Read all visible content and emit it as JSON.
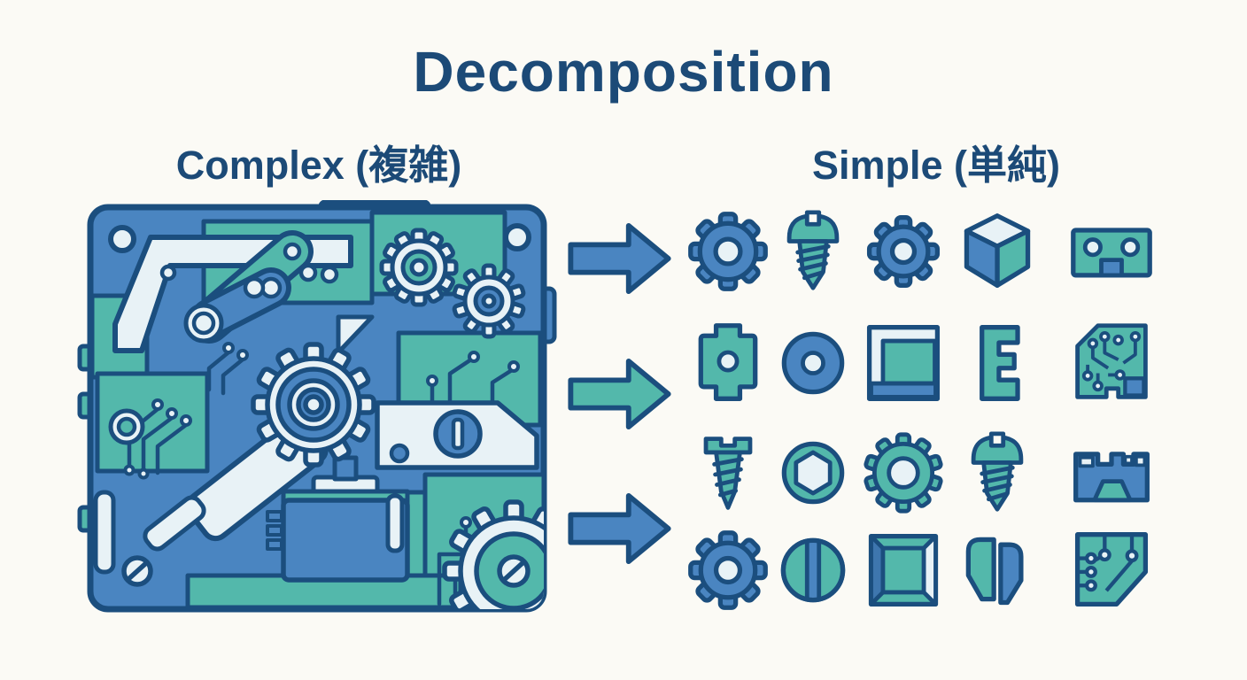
{
  "title": "Decomposition",
  "columns": {
    "complex": {
      "label": "Complex (複雑)"
    },
    "simple": {
      "label": "Simple (単純)"
    }
  },
  "machine": {
    "name": "complex-machine-illustration",
    "description": "stylized machine of gears, circuit traces, bolts and plates"
  },
  "arrows": [
    {
      "name": "arrow-top",
      "color": "#4a85c1"
    },
    {
      "name": "arrow-middle",
      "color": "#53b8ab"
    },
    {
      "name": "arrow-bottom",
      "color": "#4a85c1"
    }
  ],
  "parts_grid": {
    "rows": [
      [
        "gear-large-blue",
        "screw-pan-head-teal",
        "gear-small-blue",
        "cube-3d",
        "plate-with-two-holes"
      ],
      [
        "plate-with-tabs",
        "washer-blue",
        "panel-frame",
        "e-bracket",
        "circuit-board-notched"
      ],
      [
        "screw-flat-head-teal",
        "hex-socket-nut",
        "gear-teal",
        "screw-pan-head-teal-2",
        "bracket-castellated"
      ],
      [
        "gear-blue",
        "slotted-fastener-head",
        "frame-beveled",
        "split-bushing",
        "circuit-board-angled"
      ]
    ]
  },
  "palette": {
    "navy": "#1b4e7e",
    "blue": "#4a85c1",
    "blue_dark": "#3e76ae",
    "teal": "#53b8ab",
    "light": "#e8f2f6",
    "background": "#fbfaf5",
    "text": "#1c4a77"
  }
}
